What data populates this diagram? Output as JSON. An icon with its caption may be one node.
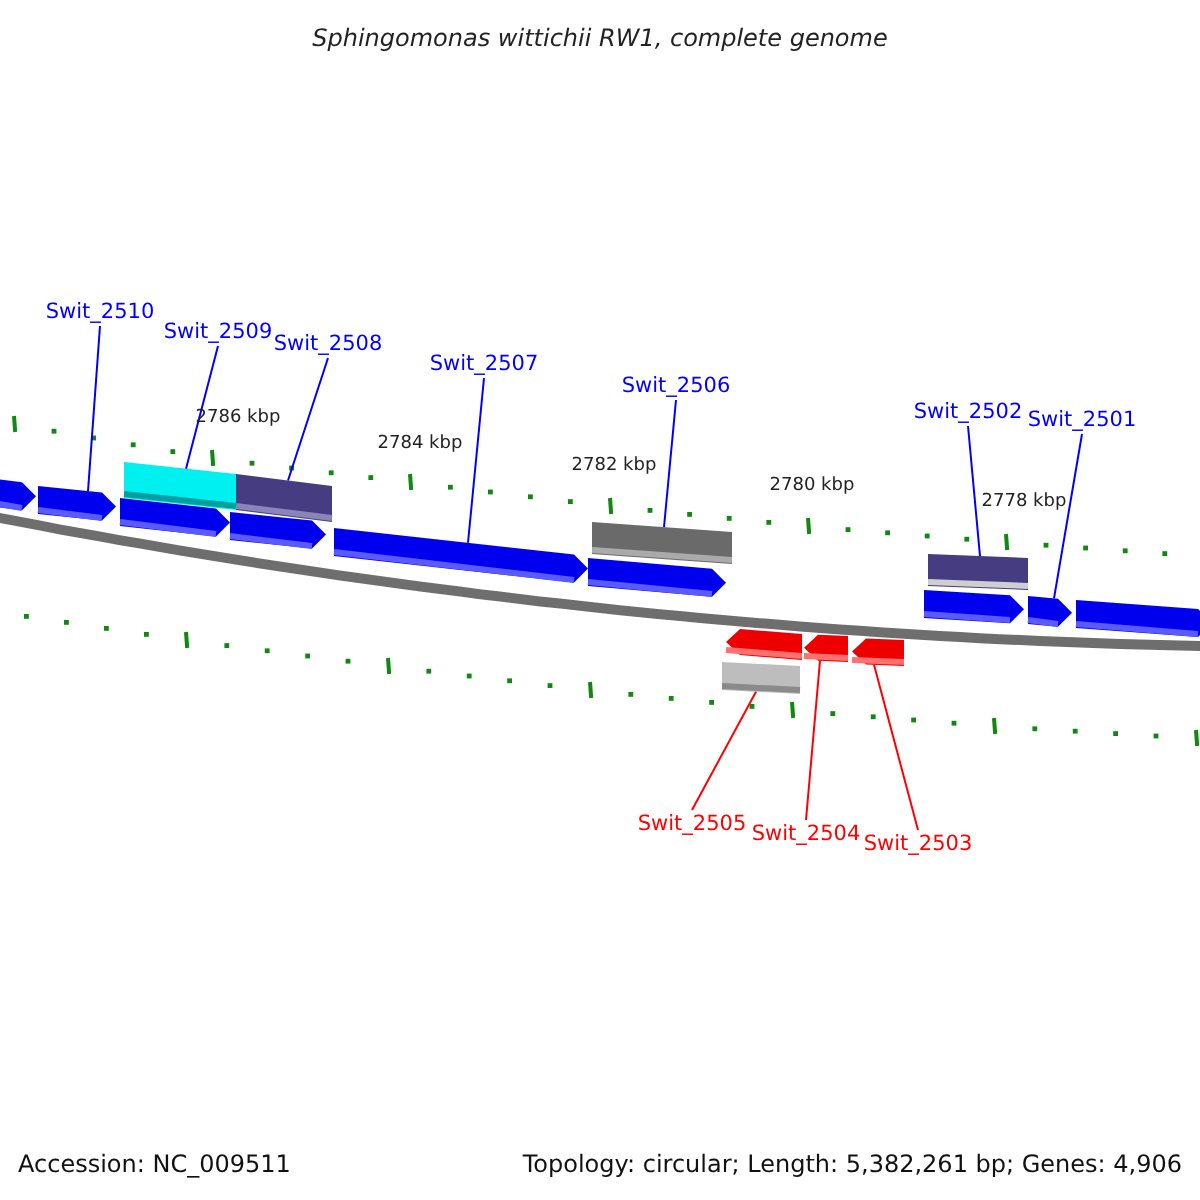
{
  "diagram": {
    "title": "Sphingomonas wittichii RW1, complete genome",
    "nodes": [
      {
        "text": [
          "Swit_2510"
        ]
      },
      {
        "text": [
          "Swit_2509"
        ]
      },
      {
        "text": [
          "Swit_2508"
        ]
      },
      {
        "text": [
          "Swit_2507"
        ]
      },
      {
        "text": [
          "Swit_2506"
        ]
      },
      {
        "text": [
          "Swit_2502"
        ]
      },
      {
        "text": [
          "Swit_2501"
        ]
      },
      {
        "text": [
          "Swit_2505"
        ]
      },
      {
        "text": [
          "Swit_2504"
        ]
      },
      {
        "text": [
          "Swit_2503"
        ]
      },
      {
        "text": [],
        "shape": "pentagon"
      },
      {
        "text": [],
        "shape": "pentagon"
      },
      {
        "text": [],
        "shape": "bar"
      },
      {
        "text": [],
        "shape": "pentagon"
      },
      {
        "text": [],
        "shape": "bar"
      },
      {
        "text": [],
        "shape": "pentagon"
      },
      {
        "text": [],
        "shape": "pentagon"
      },
      {
        "text": [],
        "shape": "bar"
      },
      {
        "text": [],
        "shape": "pentagon"
      },
      {
        "text": [],
        "shape": "bar"
      },
      {
        "text": [],
        "shape": "pentagon"
      },
      {
        "text": [],
        "shape": "pentagon"
      },
      {
        "text": [],
        "shape": "pentagon"
      },
      {
        "text": [],
        "shape": "bar"
      },
      {
        "text": [],
        "shape": "pentagon"
      },
      {
        "text": [],
        "shape": "pentagon"
      },
      {
        "text": [],
        "shape": "pentagon"
      }
    ],
    "edges": [
      {
        "from": 0,
        "to": 11,
        "arrow": "none"
      },
      {
        "from": 1,
        "to": 12,
        "arrow": "none"
      },
      {
        "from": 2,
        "to": 14,
        "arrow": "none"
      },
      {
        "from": 3,
        "to": 16,
        "arrow": "none"
      },
      {
        "from": 4,
        "to": 17,
        "arrow": "none"
      },
      {
        "from": 5,
        "to": 23,
        "arrow": "none"
      },
      {
        "from": 6,
        "to": 25,
        "arrow": "none"
      },
      {
        "from": 7,
        "to": 19,
        "arrow": "none",
        "color": "#ff0000"
      },
      {
        "from": 8,
        "to": 21,
        "arrow": "none",
        "color": "#ff0000"
      },
      {
        "from": 9,
        "to": 22,
        "arrow": "none",
        "color": "#ff0000"
      }
    ],
    "labels": [
      "2786 kbp",
      "2784 kbp",
      "2782 kbp",
      "2780 kbp",
      "2778 kbp",
      "Accession: NC_009511",
      "Topology: circular; Length: 5,382,261 bp; Genes: 4,906"
    ]
  }
}
